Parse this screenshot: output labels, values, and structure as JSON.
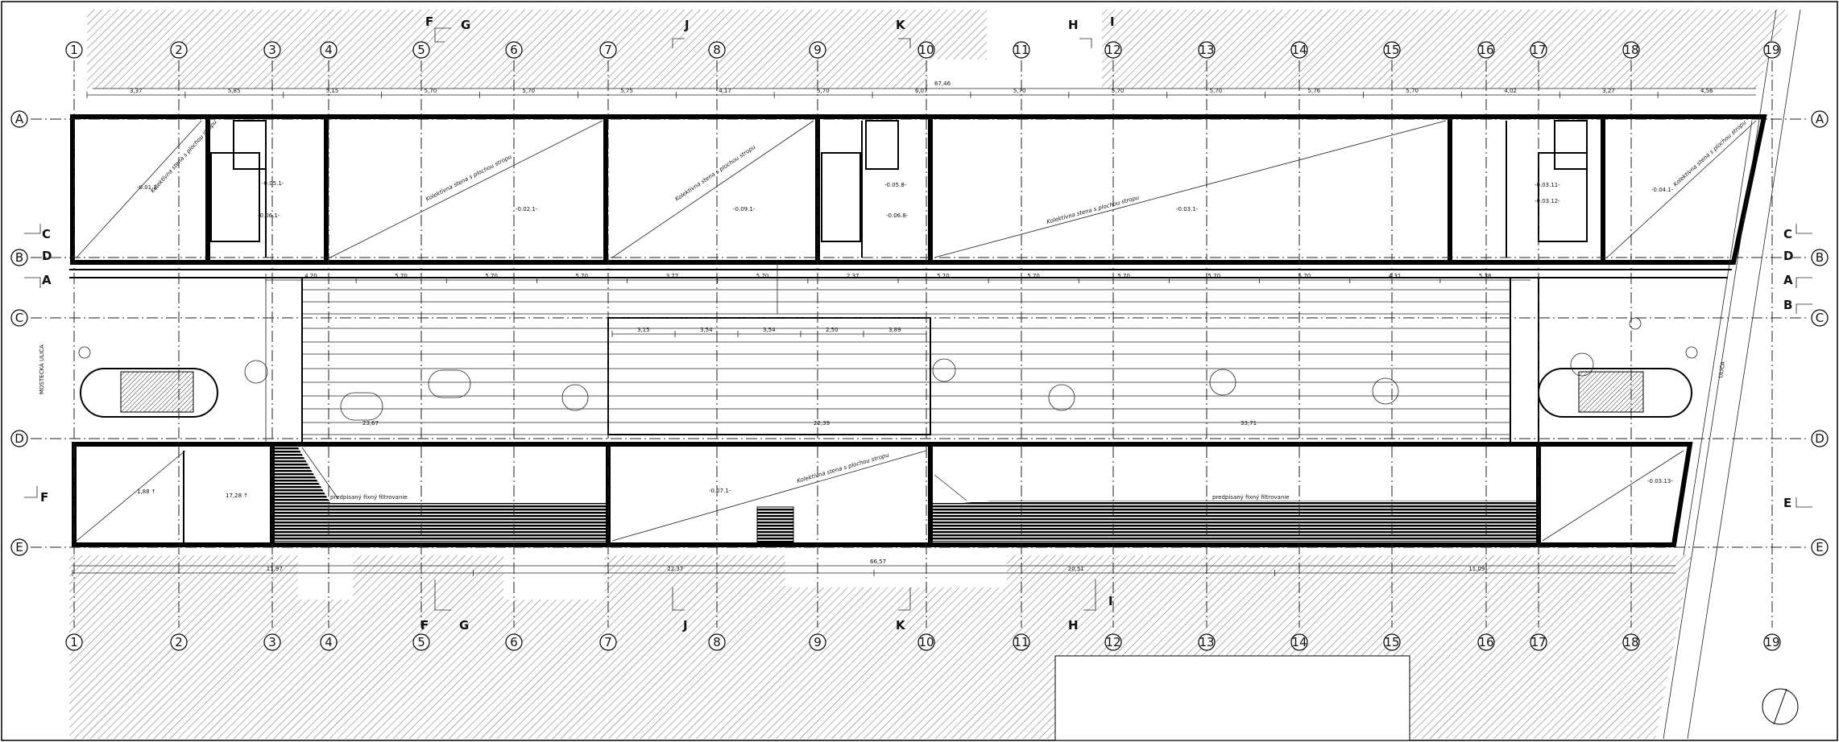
{
  "grid": {
    "columns": [
      "1",
      "2",
      "3",
      "4",
      "5",
      "6",
      "7",
      "8",
      "9",
      "10",
      "11",
      "12",
      "13",
      "14",
      "15",
      "16",
      "17",
      "18",
      "19"
    ],
    "rows": [
      "A",
      "B",
      "C",
      "D",
      "E"
    ]
  },
  "section_markers": {
    "top": [
      "F",
      "G",
      "J",
      "K",
      "H",
      "I"
    ],
    "bottom": [
      "F",
      "G",
      "J",
      "K",
      "H",
      "I"
    ],
    "left": [
      "C",
      "D",
      "A",
      "F"
    ],
    "right": [
      "C",
      "D",
      "A",
      "B",
      "E"
    ]
  },
  "street_labels": {
    "left": "MOSTECKÁ ULICA",
    "right": "ULICA"
  },
  "dimensions": {
    "overall_top": "67,46",
    "overall_bottom": "66,57",
    "top_chain": [
      "3,37",
      "5,85",
      "5,15",
      "5,70",
      "5,70",
      "5,75",
      "4,17",
      "5,70",
      "6,07",
      "5,70",
      "5,70",
      "5,70",
      "5,76",
      "5,70",
      "4,02",
      "3,27",
      "4,56"
    ],
    "corridor_row": [
      "4,20",
      "5,70",
      "5,70",
      "5,70",
      "3,77",
      "5,70",
      "2,37",
      "5,70",
      "5,70",
      "5,70",
      "5,70",
      "5,70",
      "4,31",
      "5,38"
    ],
    "mid_chain": [
      "3,15",
      "3,54",
      "3,54",
      "2,50",
      "3,89"
    ],
    "bottom_chain": [
      "11,97",
      "22,37",
      "20,51",
      "11,09"
    ],
    "strip_lengths": [
      "23,67",
      "22,39",
      "33,71"
    ]
  },
  "room_labels": [
    "-0.01.1-",
    "-0.02.1-",
    "-0.09.1-",
    "-0.03.1-",
    "-0.04.1-",
    "-0.05.1-",
    "-0.07.1-",
    "-0.05.8-",
    "-0.06.1-",
    "-0.06.8-",
    "-0.03.11-",
    "-0.03.12-",
    "-0.03.13-"
  ],
  "stair_labels": [
    "17,28 ↑",
    "1,88 ↑"
  ],
  "diagonal_notes": [
    "Kolektívna stena s plochou stropu",
    "Kolektívna stena s plochou stropu",
    "Kolektívna stena s plochou stropu",
    "Kolektívna stena s plochou stropu",
    "Kolektívna stena s plochou stropu",
    "Kolektívna stena s plochou stropu"
  ],
  "shaded_notes": [
    "predpísaný fixný filtrovanie",
    "predpísaný fixný filtrovanie"
  ],
  "colors": {
    "ink": "#000000",
    "paper": "#ffffff",
    "hatch": "#555555"
  }
}
